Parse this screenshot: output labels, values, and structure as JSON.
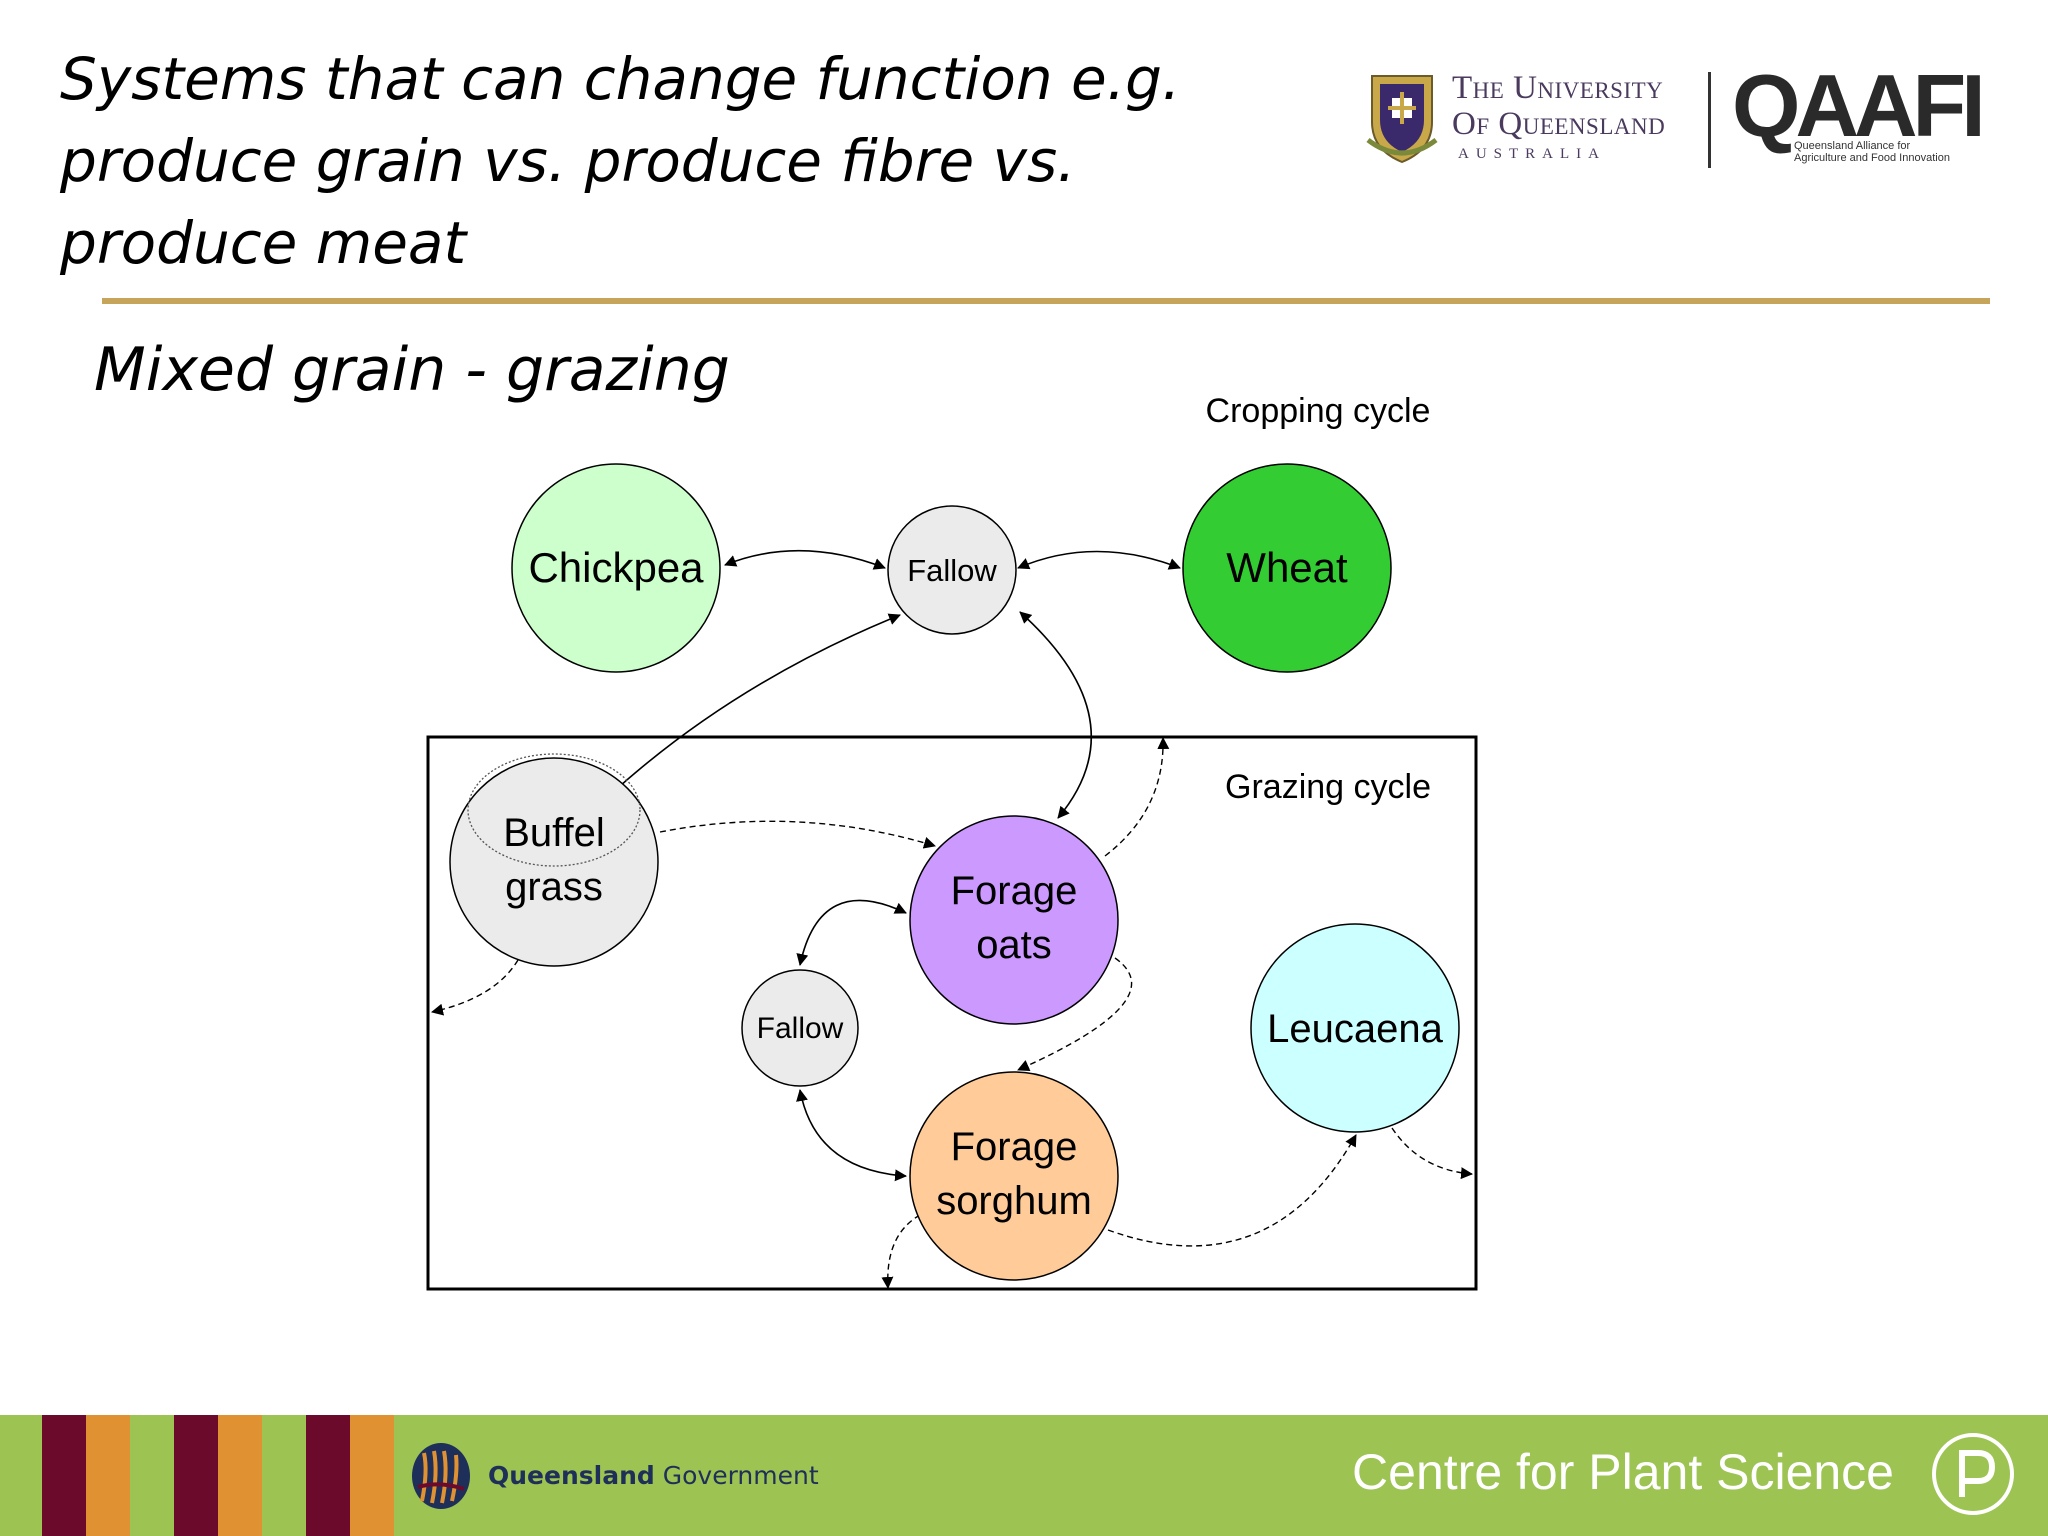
{
  "slide": {
    "title": "Systems that can change function e.g. produce grain vs. produce fibre vs. produce meat",
    "subtitle": "Mixed grain - grazing"
  },
  "logos": {
    "uq_line1": "The University",
    "uq_line2": "Of Queensland",
    "uq_country": "AUSTRALIA",
    "qaafi": "QAAFI",
    "qaafi_tagline_1": "Queensland Alliance for",
    "qaafi_tagline_2": "Agriculture and Food Innovation"
  },
  "diagram": {
    "cropping_label": "Cropping cycle",
    "grazing_label": "Grazing cycle",
    "nodes": {
      "chickpea": {
        "lines": [
          "Chickpea"
        ],
        "color": "#ccffcc"
      },
      "fallow_top": {
        "lines": [
          "Fallow"
        ],
        "color": "#ebebeb"
      },
      "wheat": {
        "lines": [
          "Wheat"
        ],
        "color": "#33cc33"
      },
      "buffel": {
        "lines": [
          "Buffel",
          "grass"
        ],
        "color": "#ebebeb"
      },
      "forage_oats": {
        "lines": [
          "Forage",
          "oats"
        ],
        "color": "#cc99ff"
      },
      "fallow_mid": {
        "lines": [
          "Fallow"
        ],
        "color": "#ebebeb"
      },
      "leucaena": {
        "lines": [
          "Leucaena"
        ],
        "color": "#ccffff"
      },
      "forage_sorghum": {
        "lines": [
          "Forage",
          "sorghum"
        ],
        "color": "#ffcc99"
      }
    }
  },
  "footer": {
    "qld_bold": "Queensland",
    "qld_rest": "Government",
    "centre": "Centre for Plant Science",
    "stripe_maroon": "#6b0a2a",
    "stripe_orange": "#e09233",
    "bar_green": "#9dc352"
  }
}
